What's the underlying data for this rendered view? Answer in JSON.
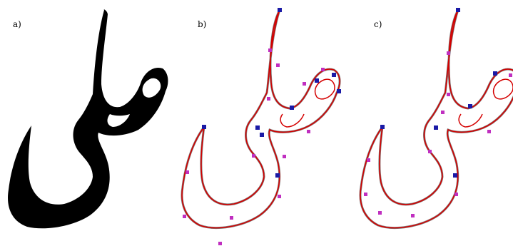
{
  "figure": {
    "panels": [
      {
        "label": "a)",
        "kind": "filled-glyph"
      },
      {
        "label": "b)",
        "kind": "outline-with-control-points"
      },
      {
        "label": "c)",
        "kind": "outline-with-control-points"
      }
    ],
    "colors": {
      "glyph_fill": "#000000",
      "outline_stroke": "#d40000",
      "outline_shadow": "#000000",
      "corner_point": "#1a1aa6",
      "smooth_point": "#c02fc0",
      "background": "#ffffff"
    }
  }
}
